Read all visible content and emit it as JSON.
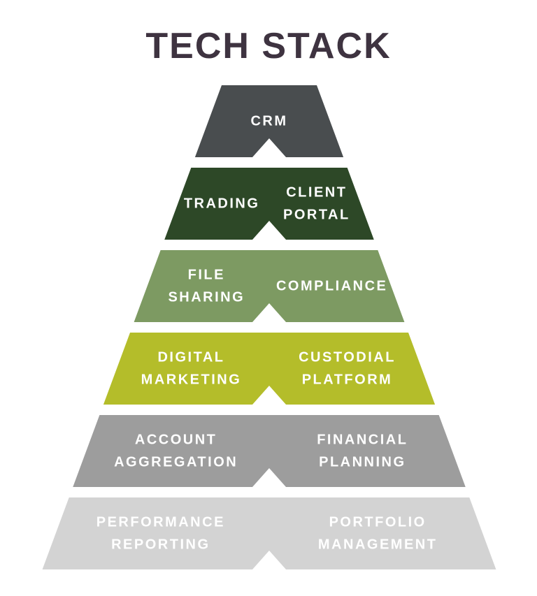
{
  "title": "TECH STACK",
  "colors": {
    "background": "#ffffff",
    "title_text": "#3e3340",
    "label_text": "#ffffff"
  },
  "levels": [
    {
      "name": "crm",
      "color": "#494d4f",
      "labels": [
        {
          "pos": "center",
          "lines": [
            "CRM"
          ]
        }
      ]
    },
    {
      "name": "trading-client-portal",
      "color": "#2d4827",
      "labels": [
        {
          "pos": "left",
          "lines": [
            "TRADING"
          ]
        },
        {
          "pos": "right",
          "lines": [
            "CLIENT",
            "PORTAL"
          ]
        }
      ]
    },
    {
      "name": "file-sharing-compliance",
      "color": "#7d9a62",
      "labels": [
        {
          "pos": "left",
          "lines": [
            "FILE",
            "SHARING"
          ]
        },
        {
          "pos": "right",
          "lines": [
            "COMPLIANCE"
          ]
        }
      ]
    },
    {
      "name": "digital-marketing-custodial-platform",
      "color": "#b4bd2a",
      "labels": [
        {
          "pos": "left",
          "lines": [
            "DIGITAL",
            "MARKETING"
          ]
        },
        {
          "pos": "right",
          "lines": [
            "CUSTODIAL",
            "PLATFORM"
          ]
        }
      ]
    },
    {
      "name": "account-aggregation-financial-planning",
      "color": "#9d9d9d",
      "labels": [
        {
          "pos": "left",
          "lines": [
            "ACCOUNT",
            "AGGREGATION"
          ]
        },
        {
          "pos": "right",
          "lines": [
            "FINANCIAL",
            "PLANNING"
          ]
        }
      ]
    },
    {
      "name": "performance-reporting-portfolio-management",
      "color": "#d3d3d3",
      "labels": [
        {
          "pos": "left",
          "lines": [
            "PERFORMANCE",
            "REPORTING"
          ]
        },
        {
          "pos": "right",
          "lines": [
            "PORTFOLIO",
            "MANAGEMENT"
          ]
        }
      ]
    }
  ]
}
